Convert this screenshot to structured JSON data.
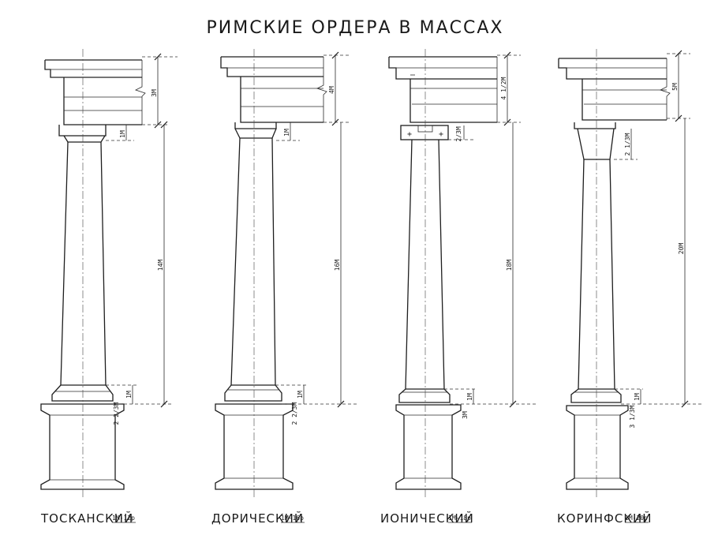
{
  "title": "РИМСКИЕ ОРДЕРА В МАССАХ",
  "orders": [
    {
      "id": "tuscan",
      "name": "ТОСКАНСКИЙ",
      "scale": "1M-12p",
      "dims": {
        "entablature": "3M",
        "capital": "1M",
        "column": "14M",
        "base": "1M",
        "plinth": "2 2/3M"
      }
    },
    {
      "id": "doric",
      "name": "ДОРИЧЕСКИЙ",
      "scale": "1M-16p",
      "dims": {
        "entablature": "4M",
        "capital": "1M",
        "column": "16M",
        "base": "1M",
        "plinth": "2 2/3M"
      }
    },
    {
      "id": "ionic",
      "name": "ИОНИЧЕСКИЙ",
      "scale": "1M-18p",
      "dims": {
        "entablature": "4 1/2M",
        "capital": "2/3M",
        "column": "18M",
        "base": "1M",
        "plinth": "3M"
      }
    },
    {
      "id": "corinthian",
      "name": "КОРИНФСКИЙ",
      "scale": "1M-20p",
      "dims": {
        "entablature": "5M",
        "capital": "2 1/3M",
        "column": "20M",
        "base": "1M",
        "plinth": "3 1/3M"
      }
    }
  ]
}
